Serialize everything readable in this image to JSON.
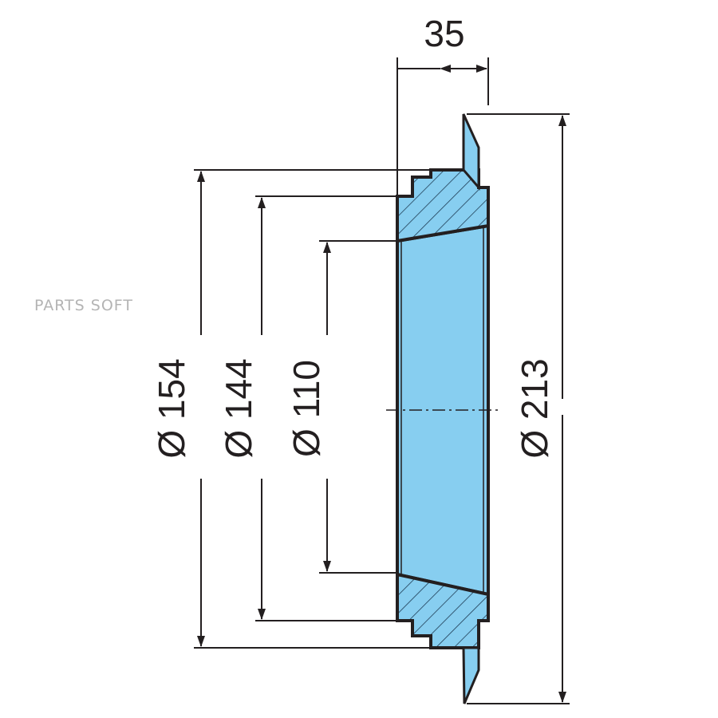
{
  "dimensions": {
    "width": "35",
    "d154": "Ø 154",
    "d144": "Ø 144",
    "d110": "Ø 110",
    "d213": "Ø 213"
  },
  "watermark": "PARTS SOFT",
  "colors": {
    "fill": "#87cef0",
    "line": "#231f20"
  }
}
